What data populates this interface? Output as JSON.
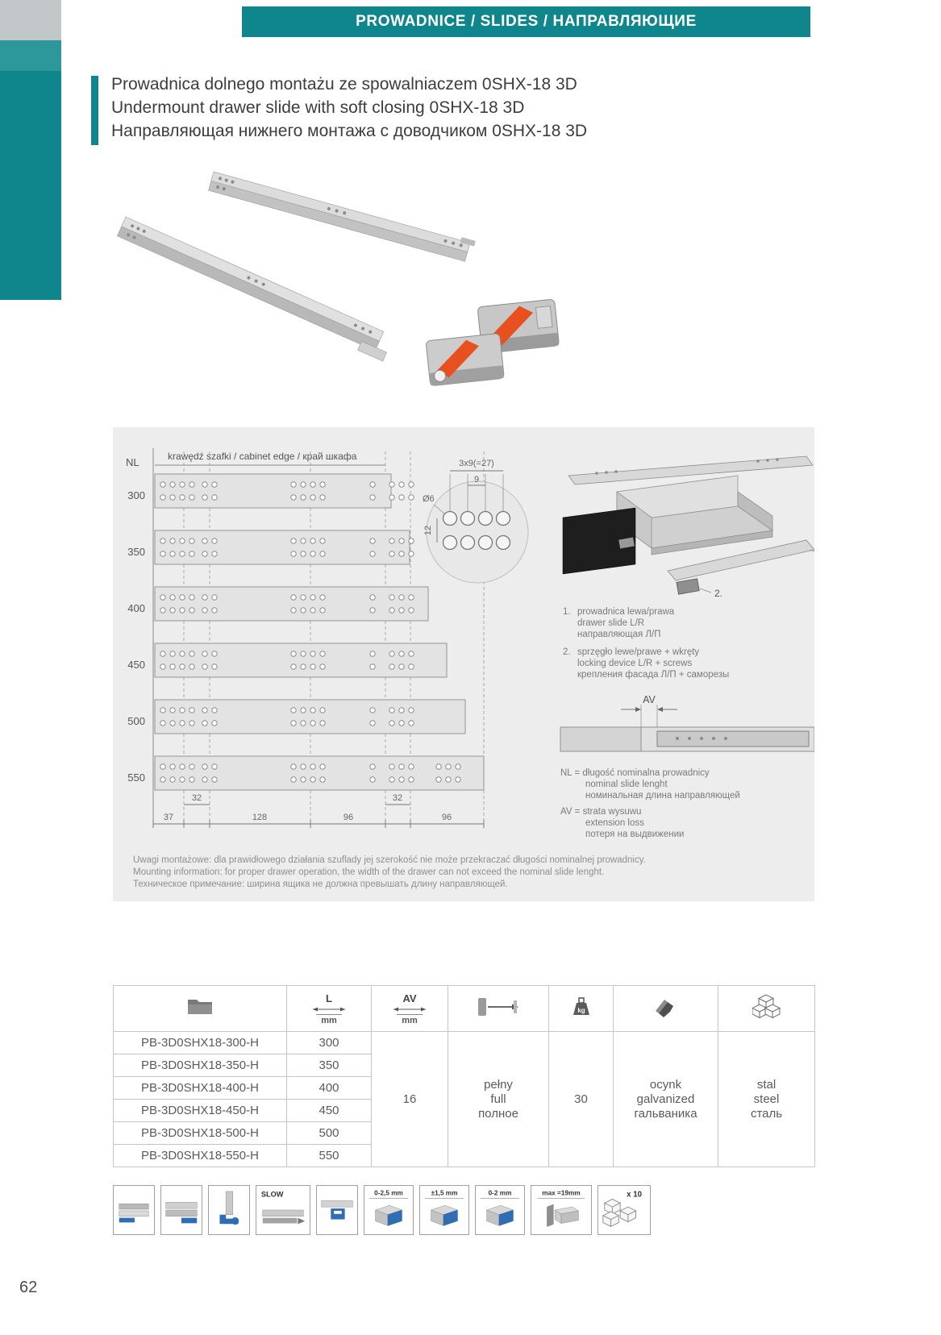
{
  "colors": {
    "teal": "#0e868b",
    "orange": "#e8511f",
    "panel_grey": "#ededed",
    "accent_blue": "#2f6db5"
  },
  "page": {
    "number": "62"
  },
  "header": {
    "title": "PROWADNICE / SLIDES / НАПРАВЛЯЮЩИЕ"
  },
  "title": {
    "pl": "Prowadnica dolnego montażu ze spowalniaczem 0SHX-18 3D",
    "en": "Undermount drawer slide with soft closing 0SHX-18 3D",
    "ru": "Направляющая нижнего монтажа с доводчиком 0SHX-18 3D"
  },
  "drawing": {
    "nl_label": "NL",
    "cabinet_edge_label": "krawędź szafki / cabinet edge / край шкафа",
    "nl_values": [
      "300",
      "350",
      "400",
      "450",
      "500",
      "550"
    ],
    "dims": {
      "d37": "37",
      "d32a": "32",
      "d128": "128",
      "d96a": "96",
      "d32b": "32",
      "d96b": "96"
    },
    "hole_detail": {
      "pattern": "3x9(=27)",
      "pitch": "9",
      "diameter": "Ø6",
      "height": "12"
    },
    "legend": {
      "item1": {
        "num": "1.",
        "l1": "prowadnica lewa/prawa",
        "l2": "drawer slide L/R",
        "l3": "направляющая Л/П"
      },
      "item2": {
        "num": "2.",
        "l1": "sprzęgło lewe/prawe + wkręty",
        "l2": "locking device L/R + screws",
        "l3": "крепления фасада Л/П + саморезы"
      }
    },
    "av_label": "AV",
    "nl_note": {
      "l1": "NL = długość nominalna prowadnicy",
      "l2": "nominal slide lenght",
      "l3": "номинальная длина направляющей"
    },
    "av_note": {
      "l1": "AV = strata wysuwu",
      "l2": "extension loss",
      "l3": "потеря на выдвижении"
    },
    "notes": {
      "pl": "Uwagi montażowe: dla prawidłowego działania szuflady jej szerokość nie może przekraczać długości nominalnej prowadnicy.",
      "en": "Mounting information: for proper drawer operation, the width of the drawer can not exceed the nominal slide lenght.",
      "ru": "Техническое примечание: ширина ящика не должна превышать длину направляющей."
    }
  },
  "table": {
    "header": {
      "l": "L",
      "mm1": "mm",
      "av": "AV",
      "mm2": "mm",
      "kg": "kg",
      "icons": [
        "folder-icon",
        "length-arrow-icon",
        "av-arrow-icon",
        "extension-icon",
        "weight-kg-icon",
        "brush-icon",
        "material-cubes-icon"
      ]
    },
    "rows": [
      {
        "code": "PB-3D0SHX18-300-H",
        "length": "300"
      },
      {
        "code": "PB-3D0SHX18-350-H",
        "length": "350"
      },
      {
        "code": "PB-3D0SHX18-400-H",
        "length": "400"
      },
      {
        "code": "PB-3D0SHX18-450-H",
        "length": "450"
      },
      {
        "code": "PB-3D0SHX18-500-H",
        "length": "500"
      },
      {
        "code": "PB-3D0SHX18-550-H",
        "length": "550"
      }
    ],
    "merged": {
      "av": "16",
      "extension_pl": "pełny",
      "extension_en": "full",
      "extension_ru": "полное",
      "load": "30",
      "finish_pl": "ocynk",
      "finish_en": "galvanized",
      "finish_ru": "гальваника",
      "material_pl": "stal",
      "material_en": "steel",
      "material_ru": "сталь"
    }
  },
  "pictos": {
    "slow": "SLOW",
    "adj_depth": "0-2,5 mm",
    "adj_height": "±1,5 mm",
    "adj_side": "0-2 mm",
    "max": "max =19mm",
    "pack": "x 10"
  }
}
